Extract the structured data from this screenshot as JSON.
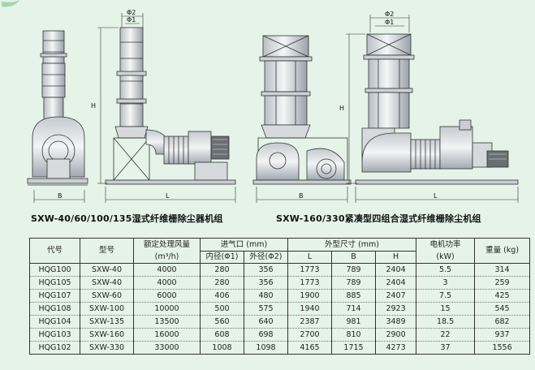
{
  "captions": {
    "left": "SXW-40/60/100/135湿式纤维栅除尘器机组",
    "right": "SXW-160/330紧凑型四组合湿式纤维栅除尘机组"
  },
  "dimension_labels": {
    "phi2": "Φ2",
    "phi1": "Φ1",
    "h": "H",
    "b": "B",
    "l": "L"
  },
  "table": {
    "headers": {
      "code": "代号",
      "model": "型号",
      "airflow": "额定处理风量",
      "airflow_unit": "(m³/h)",
      "inlet": "进气口 (mm)",
      "inlet_inner": "内径(Φ1)",
      "inlet_outer": "外径(Φ2)",
      "size": "外型尺寸 (mm)",
      "size_l": "L",
      "size_b": "B",
      "size_h": "H",
      "power": "电机功率",
      "power_unit": "(kW)",
      "weight": "重量 (kg)"
    },
    "rows": [
      [
        "HQG100",
        "SXW-40",
        "4000",
        "280",
        "356",
        "1773",
        "789",
        "2404",
        "5.5",
        "314"
      ],
      [
        "HQG105",
        "SXW-40",
        "4000",
        "280",
        "356",
        "1773",
        "789",
        "2404",
        "3",
        "259"
      ],
      [
        "HQG107",
        "SXW-60",
        "6000",
        "406",
        "480",
        "1900",
        "885",
        "2407",
        "7.5",
        "425"
      ],
      [
        "HQG108",
        "SXW-100",
        "10000",
        "500",
        "575",
        "1940",
        "714",
        "2923",
        "15",
        "545"
      ],
      [
        "HQG104",
        "SXW-135",
        "13500",
        "560",
        "640",
        "2387",
        "981",
        "3489",
        "18.5",
        "682"
      ],
      [
        "HQG103",
        "SXW-160",
        "16000",
        "608",
        "698",
        "2700",
        "810",
        "2900",
        "22",
        "937"
      ],
      [
        "HQG102",
        "SXW-330",
        "33000",
        "1008",
        "1098",
        "4165",
        "1715",
        "4273",
        "37",
        "1556"
      ]
    ]
  }
}
